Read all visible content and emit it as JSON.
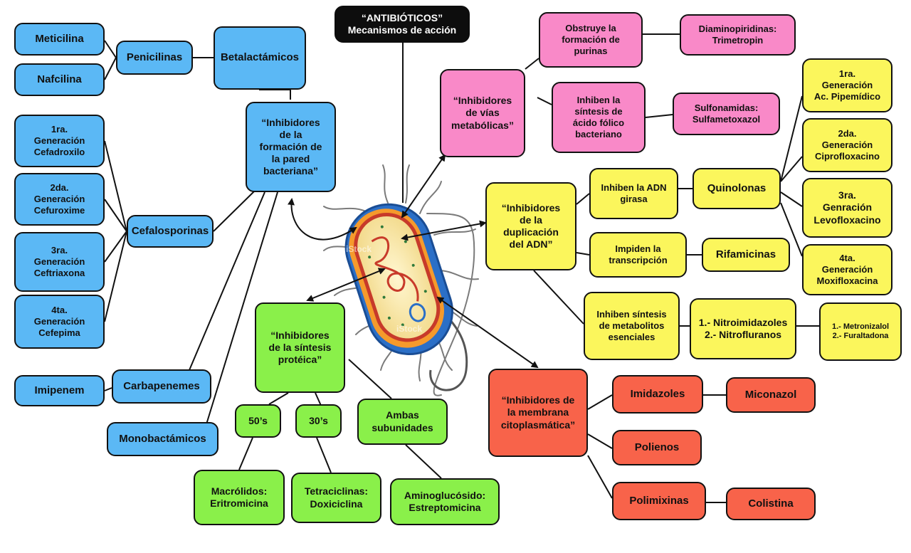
{
  "title": {
    "line1": "“ANTIBIÓTICOS”",
    "line2": "Mecanismos de acción"
  },
  "cell_wall": {
    "main": "“Inhibidores\nde la\nformación de\nla pared\nbacteriana”",
    "betalactamicos": "Betalactámicos",
    "penicilinas": "Penicilinas",
    "meticilina": "Meticilina",
    "nafcilina": "Nafcilina",
    "cefalosporinas": "Cefalosporinas",
    "cef1": "1ra.\nGeneración\nCefadroxilo",
    "cef2": "2da.\nGeneración\nCefuroxime",
    "cef3": "3ra.\nGeneración\nCeftriaxona",
    "cef4": "4ta.\nGeneración\nCefepima",
    "carbapenemes": "Carbapenemes",
    "imipenem": "Imipenem",
    "monobactamicos": "Monobactámicos"
  },
  "metabolic": {
    "main": "“Inhibidores\nde vías\nmetabólicas”",
    "purinas": "Obstruye la\nformación de\npurinas",
    "diaminopiridinas": "Diaminopiridinas:\nTrimetropin",
    "folico": "Inhiben  la\nsíntesis de\nácido fólico\nbacteriano",
    "sulfonamidas": "Sulfonamidas:\nSulfametoxazol"
  },
  "dna": {
    "main": "“Inhibidores\nde la\nduplicación\ndel ADN”",
    "girasa": "Inhiben la ADN\ngirasa",
    "quinolonas": "Quinolonas",
    "q1": "1ra.\nGeneración\nAc. Pipemídico",
    "q2": "2da.\nGeneración\nCiprofloxacino",
    "q3": "3ra.\nGenración\nLevofloxacino",
    "q4": "4ta.\nGeneración\nMoxifloxacina",
    "transcripcion": "Impiden la\ntranscripción",
    "rifamicinas": "Rifamicinas",
    "metabolitos": "Inhiben síntesis\nde metabolitos\nesenciales",
    "nitro": "1.- Nitroimidazoles\n2.- Nitrofluranos",
    "metronizalol": "1.- Metronizalol\n2.- Furaltadona"
  },
  "protein": {
    "main": "“Inhibidores\nde la síntesis\nprotéica”",
    "s50": "50’s",
    "s30": "30’s",
    "ambas": "Ambas\nsubunidades",
    "macrolidos": "Macrólidos:\nEritromicina",
    "tetraciclinas": "Tetraciclinas:\nDoxiciclina",
    "aminoglucosido": "Aminoglucósido:\nEstreptomicina"
  },
  "membrane": {
    "main": "“Inhibidores de\nla membrana\ncitoplasmática”",
    "imidazoles": "Imidazoles",
    "miconazol": "Miconazol",
    "polienos": "Polienos",
    "polimixinas": "Polimixinas",
    "colistina": "Colistina"
  },
  "watermark": "iStock",
  "colors": {
    "blue": "#5bb8f5",
    "pink": "#f989c8",
    "yellow": "#fbf65c",
    "green": "#8af04a",
    "red": "#f8634a",
    "black": "#0d0d0d"
  }
}
